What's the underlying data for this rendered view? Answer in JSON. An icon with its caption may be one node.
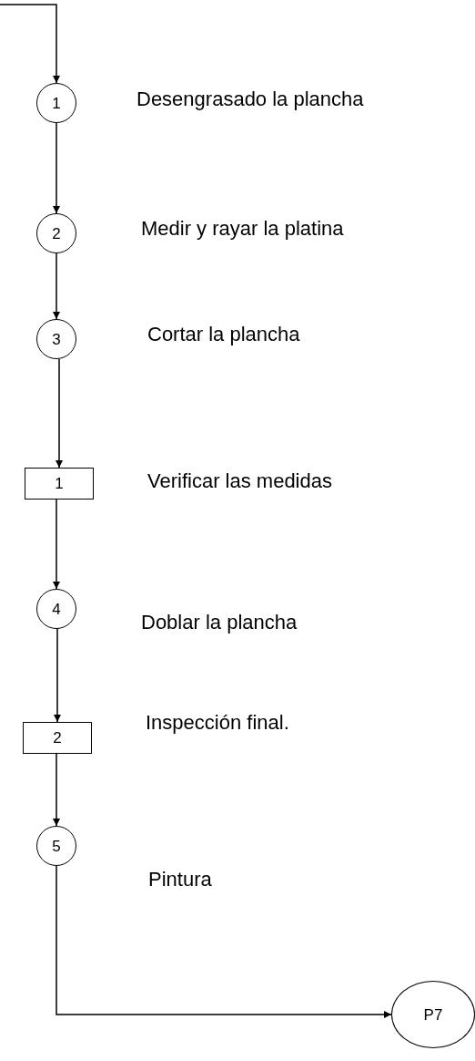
{
  "diagram": {
    "nodes": [
      {
        "text": [
          "1"
        ],
        "beside": [
          "Desengrasado la plancha"
        ]
      },
      {
        "text": [
          "2"
        ],
        "beside": [
          "Medir y rayar la platina"
        ]
      },
      {
        "text": [
          "3"
        ],
        "beside": [
          "Cortar la plancha"
        ]
      },
      {
        "text": [
          "1"
        ],
        "beside": [
          "Verificar las medidas"
        ]
      },
      {
        "text": [
          "4"
        ],
        "beside": [
          "Doblar la plancha"
        ]
      },
      {
        "text": [
          "2"
        ],
        "beside": [
          "Inspección final."
        ]
      },
      {
        "text": [
          "5"
        ],
        "beside": [
          "Pintura"
        ]
      },
      {
        "text": [
          "P7"
        ]
      }
    ],
    "edges": [
      {
        "from": null,
        "to": 0,
        "arrow": "to"
      },
      {
        "from": 0,
        "to": 1,
        "arrow": "to"
      },
      {
        "from": 1,
        "to": 2,
        "arrow": "to"
      },
      {
        "from": 2,
        "to": 3,
        "arrow": "to"
      },
      {
        "from": 3,
        "to": 4,
        "arrow": "to"
      },
      {
        "from": 4,
        "to": 5,
        "arrow": "to"
      },
      {
        "from": 5,
        "to": 6,
        "arrow": "to"
      },
      {
        "from": 6,
        "to": 7,
        "arrow": "to"
      }
    ]
  }
}
